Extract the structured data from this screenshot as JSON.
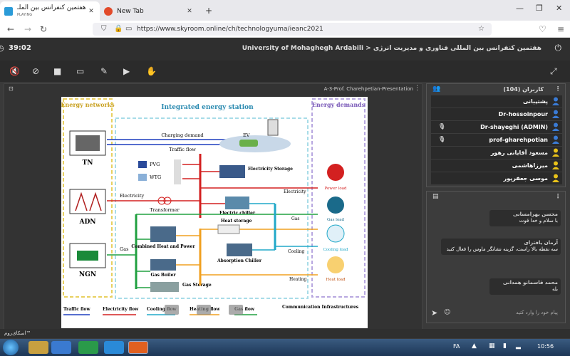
{
  "browser": {
    "tabs": [
      {
        "title": "اسکای‌روم - هفتمین کنفرانس بین الملـ",
        "subtitle": "PLAYING"
      },
      {
        "title": "New Tab"
      }
    ],
    "url": "https://www.skyroom.online/ch/technologyuma/ieanc2021"
  },
  "app": {
    "timer": "39:02",
    "room_title": "University of Mohaghegh Ardabili > هفتمین کنفرانس بین المللی فناوری و مدیریت انرژی"
  },
  "presentation": {
    "title": "A-3-Prof. Charehpetian-Presentation"
  },
  "slide": {
    "sections": {
      "energy_networks": "Energy networks",
      "station": "Integrated energy station",
      "energy_demands": "Energy demands"
    },
    "networks": [
      "TN",
      "ADN",
      "NGN"
    ],
    "labels": {
      "charging_demand": "Charging demand",
      "traffic_flow": "Traffic flow",
      "ev": "EV",
      "pvg": "PVG",
      "wtg": "WTG",
      "electricity_storage": "Electricity Storage",
      "electricity": "Electricity",
      "transformer": "Transformer",
      "electric_chiller": "Electric chiller",
      "gas": "Gas",
      "heat_storage": "Heat storage",
      "chp": "Combined Heat and Power",
      "gas_boiler": "Gas Boiler",
      "gas_storage": "Gas Storage",
      "absorption_chiller": "Absorption Chiller",
      "cooling": "Cooling",
      "heating": "Heating"
    },
    "loads": [
      "Power load",
      "Gas load",
      "Cooling load",
      "Heat load"
    ],
    "legend": [
      "Traffic flow",
      "Electricity flow",
      "Cooling flow",
      "Heating flow",
      "Gas flow",
      "Communication Infrastructures"
    ]
  },
  "users": {
    "header": "کاربران (104)",
    "list": [
      {
        "name": "پشتیبانی",
        "color": "#3a7bd5",
        "mic": false
      },
      {
        "name": "Dr-hossoinpour",
        "color": "#3a7bd5",
        "mic": false
      },
      {
        "name": "Dr-shayeghi (ADMIN)",
        "color": "#3a7bd5",
        "mic": true
      },
      {
        "name": "prof-gharehpotian",
        "color": "#3a7bd5",
        "mic": true
      },
      {
        "name": "مسعود آقایانی رهور",
        "color": "#e8c21a",
        "mic": false
      },
      {
        "name": "میرزاهاشمی",
        "color": "#e8c21a",
        "mic": false
      },
      {
        "name": "موسی جعفرپور",
        "color": "#e8c21a",
        "mic": false
      }
    ]
  },
  "chat": {
    "messages": [
      {
        "author": "محسن بهرامسانی",
        "text": "با سلام و خدا قوت"
      },
      {
        "author": "آرمان یافتزای",
        "text": "سه نقطه بالا راست، گزینه نشانگر ماوس را فعال کنید"
      },
      {
        "author": "محمد قاسمانو همدانی",
        "text": "بله"
      }
    ],
    "placeholder": "پیام خود را وارد کنید"
  },
  "footer": {
    "brand": "اسکای‌روم™"
  },
  "taskbar": {
    "lang": "FA",
    "time": "10:56"
  },
  "colors": {
    "traffic": "#1f3fbf",
    "electricity": "#d32020",
    "cooling": "#20a8c8",
    "heating": "#f0a020",
    "gas": "#20a040"
  }
}
